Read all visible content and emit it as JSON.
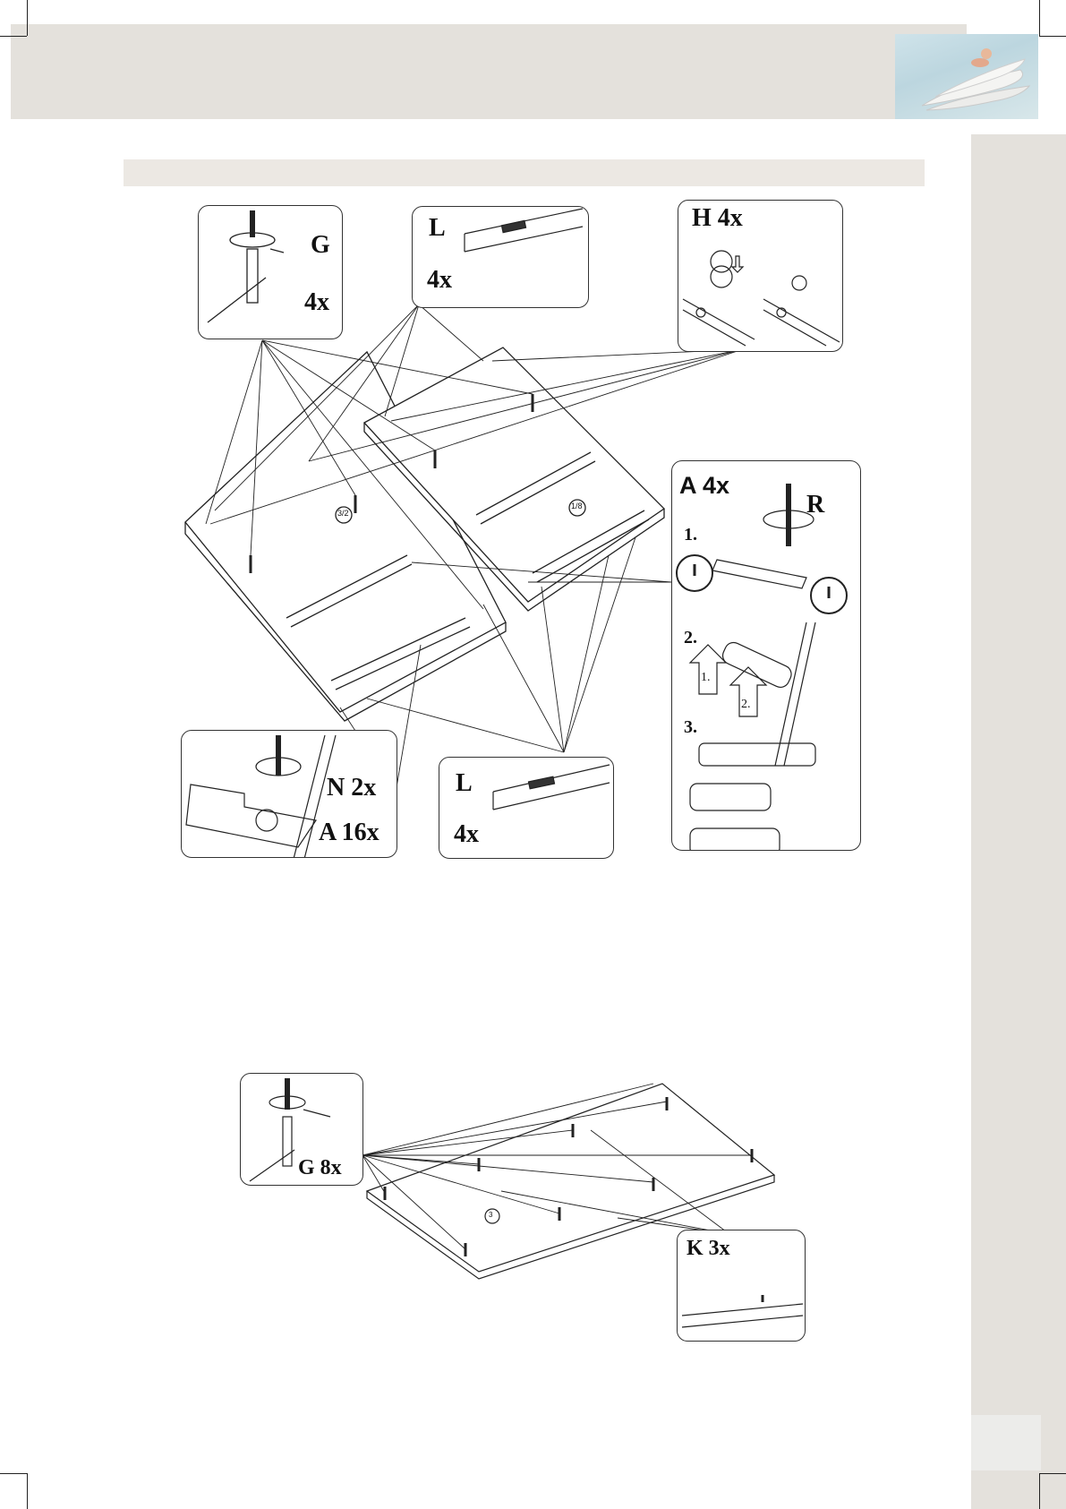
{
  "step1": {
    "callout_g": {
      "part": "G",
      "qty": "4x"
    },
    "callout_l_top": {
      "part": "L",
      "qty": "4x"
    },
    "callout_h": {
      "label": "H  4x"
    },
    "callout_a": {
      "label": "A 4x",
      "tool": "R",
      "steps": [
        "1.",
        "2.",
        "3."
      ],
      "arrows": [
        "1.",
        "2."
      ]
    },
    "callout_na": {
      "line1": "N 2x",
      "line2": "A 16x"
    },
    "callout_l_bottom": {
      "part": "L",
      "qty": "4x"
    },
    "panel_labels": {
      "left": "3/2",
      "right": "1/8"
    }
  },
  "step2": {
    "callout_g": {
      "label": "G 8x"
    },
    "callout_k": {
      "label": "K  3x"
    },
    "panel_label": "3"
  }
}
